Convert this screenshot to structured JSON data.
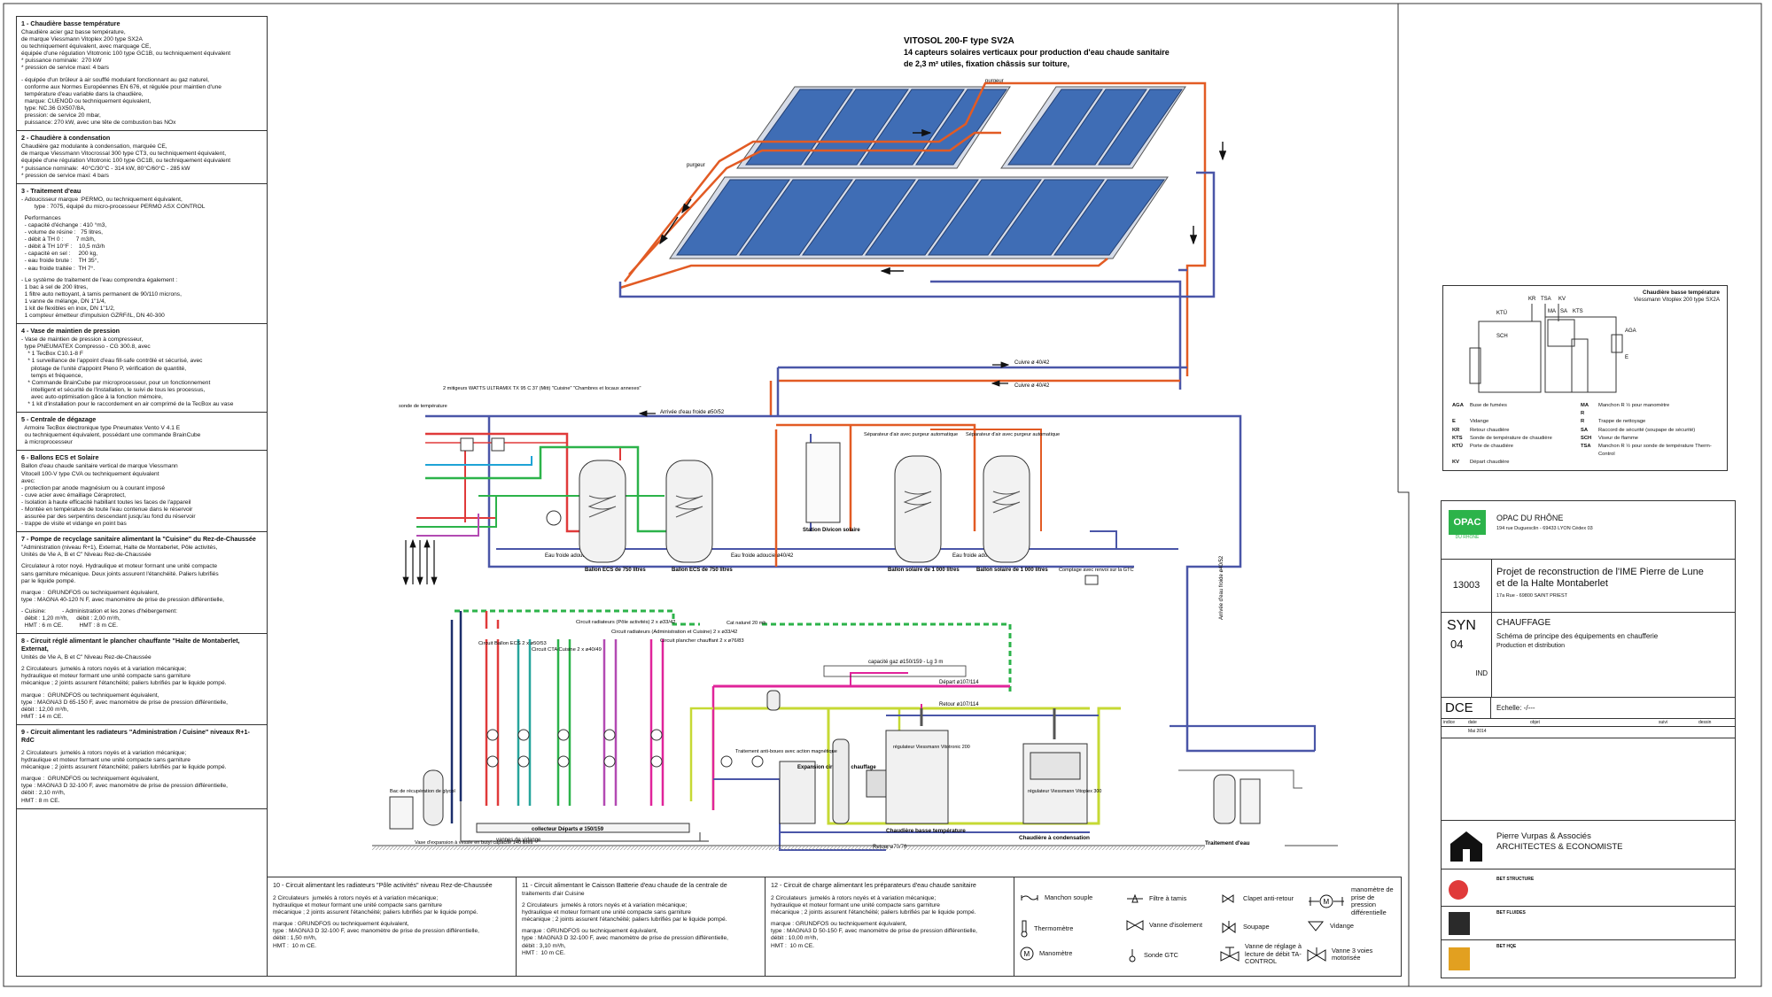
{
  "spec": {
    "sections": [
      {
        "title": "1 - Chaudière basse température",
        "lines": [
          "Chaudière acier gaz basse température,",
          "de marque Viessmann Vitoplex 200 type SX2A",
          "ou techniquement équivalent, avec marquage CE,",
          "équipée d'une régulation Vitotronic 100 type GC1B, ou techniquement équivalent",
          "* puissance nominale:  270 kW",
          "* pression de service maxi: 4 bars",
          "",
          "- équipée d'un brûleur à air soufflé modulant fonctionnant au gaz naturel,",
          "  conforme aux Normes Européennes EN 676, et régulée pour maintien d'une",
          "  température d'eau variable dans la chaudière,",
          "  marque: CUENOD ou techniquement équivalent,",
          "  type: NC.36 GX507/8A,",
          "  pression: de service 20 mbar,",
          "  puissance: 270 kW, avec une tête de combustion bas NOx"
        ]
      },
      {
        "title": "2 - Chaudière à condensation",
        "lines": [
          "Chaudière gaz modulante à condensation, marquée CE,",
          "de marque Viessmann Vitocrossal 300 type CT3, ou techniquement équivalent,",
          "équipée d'une régulation Vitotronic 100 type GC1B, ou techniquement équivalent",
          "* puissance nominale:  40°C/30°C - 314 kW, 80°C/60°C - 285 kW",
          "* pression de service maxi: 4 bars"
        ]
      },
      {
        "title": "3 - Traitement d'eau",
        "lines": [
          "- Adoucisseur marque :PERMO, ou techniquement équivalent,",
          "        type : 7075, équipé du micro-processeur PERMO ASX CONTROL",
          "",
          "  Performances",
          "  - capacité d'échange : 410 °m3,",
          "  - volume de résine :   75 litres,",
          "  - débit à TH 0 :        7 m3/h,",
          "  - débit à TH 10°F :    10,5 m3/h",
          "  - capacité en sel :     200 kg,",
          "  - eau froide brute :    TH 35°,",
          "  - eau froide traitée :  TH 7°.",
          "",
          "- Le système de traitement de l'eau comprendra également :",
          "  1 bac à sel de 200 litres,",
          "  1 filtre auto nettoyant, à tamis permanent de 90/110 microns,",
          "  1 vanne de mélange, DN 1\"1/4,",
          "  1 kit de flexibles en inox, DN 1\"1/2,",
          "  1 compteur émetteur d'impulsion GZRF/IL, DN 40-300"
        ]
      },
      {
        "title": "4 - Vase de maintien de pression",
        "lines": [
          "- Vase de maintien de pression à compresseur,",
          "  type PNEUMATEX Compresso - CG 300.8, avec",
          "    * 1 TecBox C10.1-8 F",
          "    * 1 surveillance de l'appoint d'eau fill-safe contrôlé et sécurisé, avec",
          "      pilotage de l'unité d'appoint Pleno P, vérification de quantité,",
          "      temps et fréquence,",
          "    * Commande BrainCube par microprocesseur, pour un fonctionnement",
          "      intelligent et sécurité de l'installation, le suivi de tous les processus,",
          "      avec auto-optimisation gâce à la fonction mémoire,",
          "    * 1 kit d'installation pour le raccordement en air comprimé de la TecBox au vase"
        ]
      },
      {
        "title": "5 - Centrale de dégazage",
        "lines": [
          "  Armoire TecBox électronique type Pneumatex Vento V 4.1 E",
          "  ou techniquement équivalent, possédant une commande BrainCube",
          "  à microprocesseur"
        ]
      },
      {
        "title": "6 - Ballons ECS et Solaire",
        "lines": [
          "Ballon d'eau chaude sanitaire vertical de marque Viessmann",
          "Vitocell 100-V type CVA ou techniquement équivalent",
          "avec:",
          "- protection par anode magnésium ou à courant imposé",
          "- cuve acier avec émaillage Céraprotect,",
          "- Isolation à haute efficacité habillant toutes les faces de l'appareil",
          "- Montée en température de toute l'eau contenue dans le réservoir",
          "  assurée par des serpentins descendant jusqu'au fond du réservoir",
          "- trappe de visite et vidange en point bas"
        ]
      },
      {
        "title": "7 - Pompe de recyclage sanitaire alimentant la \"Cuisine\" du Rez-de-Chaussée",
        "lines": [
          "\"Administration (niveau R+1), Externat, Halte de Montaberlet, Pôle activités,",
          "Unités de Vie A, B et C\" Niveau Rez-de-Chaussée",
          "",
          "Circulateur à rotor noyé. Hydraulique et moteur formant une unité compacte",
          "sans garniture mécanique. Deux joints assurent l'étanchéité. Paliers lubrifiés",
          "par le liquide pompé.",
          "",
          "marque :  GRUNDFOS ou techniquement équivalent,",
          "type : MAGNA 40-120 N F, avec manomètre de prise de pression différentielle,",
          "",
          "- Cuisine:          - Administration et les zones d'hébergement:",
          "  débit : 1,20 m³/h,     débit : 2,00 m³/h,",
          "  HMT : 6 m CE.          HMT : 8 m CE."
        ]
      },
      {
        "title": "8 - Circuit réglé alimentant le plancher chauffante \"Halte de Montaberlet, Externat,",
        "lines": [
          "Unités de Vie A, B et C\" Niveau Rez-de-Chaussée",
          "",
          "2 Circulateurs  jumelés à rotors noyés et à variation mécanique;",
          "hydraulique et moteur formant une unité compacte sans garniture",
          "mécanique ; 2 joints assurent l'étanchéité; paliers lubrifiés par le liquide pompé.",
          "",
          "marque :  GRUNDFOS ou techniquement équivalent,",
          "type : MAGNA3 D 65-150 F, avec manomètre de prise de pression différentielle,",
          "débit : 12,00 m³/h,",
          "HMT : 14 m CE."
        ]
      },
      {
        "title": "9 - Circuit alimentant les radiateurs \"Administration / Cuisine\" niveaux R+1-RdC",
        "lines": [
          "",
          "2 Circulateurs  jumelés à rotors noyés et à variation mécanique;",
          "hydraulique et moteur formant une unité compacte sans garniture",
          "mécanique ; 2 joints assurent l'étanchéité; paliers lubrifiés par le liquide pompé.",
          "",
          "marque :  GRUNDFOS ou techniquement équivalent,",
          "type : MAGNA3 D 32-100 F, avec manomètre de prise de pression différentielle,",
          "débit : 2,10 m³/h,",
          "HMT : 8 m CE."
        ]
      }
    ]
  },
  "bottom": [
    {
      "title": "10 - Circuit alimentant les radiateurs \"Pôle activités\" niveau Rez-de-Chaussée",
      "lines": [
        "",
        "2 Circulateurs  jumelés à rotors noyés et à variation mécanique;",
        "hydraulique et moteur formant une unité compacte sans garniture",
        "mécanique ; 2 joints assurent l'étanchéité; paliers lubrifiés par le liquide pompé.",
        "",
        "marque : GRUNDFOS ou techniquement équivalent,",
        "type : MAGNA3 D 32-100 F, avec manomètre de prise de pression différentielle,",
        "débit : 1,50 m³/h,",
        "HMT :  10 m CE."
      ]
    },
    {
      "title": "11 - Circuit alimentant le Caisson Batterie d'eau chaude de la centrale de",
      "lines": [
        "traitements d'air Cuisine",
        "",
        "2 Circulateurs  jumelés à rotors noyés et à variation mécanique;",
        "hydraulique et moteur formant une unité compacte sans garniture",
        "mécanique ; 2 joints assurent l'étanchéité; paliers lubrifiés par le liquide pompé.",
        "",
        "marque : GRUNDFOS ou techniquement équivalent,",
        "type : MAGNA3 D 32-100 F, avec manomètre de prise de pression différentielle,",
        "débit : 3,10 m³/h,",
        "HMT :  10 m CE."
      ]
    },
    {
      "title": "12 - Circuit de charge alimentant les préparateurs d'eau chaude sanitaire",
      "lines": [
        "",
        "2 Circulateurs  jumelés à rotors noyés et à variation mécanique;",
        "hydraulique et moteur formant une unité compacte sans garniture",
        "mécanique ; 2 joints assurent l'étanchéité; paliers lubrifiés par le liquide pompé.",
        "",
        "marque : GRUNDFOS ou techniquement équivalent,",
        "type : MAGNA3 D 50-150 F, avec manomètre de prise de pression différentielle,",
        "débit : 10,00 m³/h,",
        "HMT :  10 m CE."
      ]
    }
  ],
  "legend": {
    "manchon_souple": "Manchon souple",
    "filtre": "Filtre à tamis",
    "clapet": "Clapet anti-retour",
    "mano_diff": "manomètre de prise de pression différentielle",
    "thermometre": "Thermomètre",
    "vanne_isol": "Vanne d'isolement",
    "soupape": "Soupape",
    "vidange": "Vidange",
    "manometre": "Manomètre",
    "sonde_gtc": "Sonde GTC",
    "vanne_reglage": "Vanne de réglage à lecture de débit TA-CONTROL",
    "vanne_3v": "Vanne 3 voies motorisée",
    "m": "M"
  },
  "diagram": {
    "solar_title": "VITOSOL 200-F type SV2A",
    "solar_sub1": "14 capteurs solaires verticaux pour production d'eau chaude sanitaire",
    "solar_sub2": "de 2,3 m² utiles, fixation châssis sur toiture,",
    "purgeur": "purgeur",
    "cuivre1": "Cuivre ø 40/42",
    "cuivre2": "Cuivre ø 40/42",
    "arrivee_ef": "Arrivée d'eau froide ø50/52",
    "ballon_ecs1": "Ballon ECS de 750 litres",
    "ballon_ecs2": "Ballon ECS de 750 litres",
    "ballon_sol1": "Ballon solaire de 1 000 litres",
    "ballon_sol2": "Ballon solaire de 1 000 litres",
    "station": "Station Divicon solaire",
    "ef_adoucie1": "Eau froide adoucie ø40/42",
    "ef_adoucie2": "Eau froide adoucie ø40/42",
    "ef_adoucie3": "Eau froide adoucie ø40/42",
    "separateur1": "Séparateur d'air avec purgeur automatique",
    "separateur2": "Séparateur d'air avec purgeur automatique",
    "comptage": "Comptage avec renvoi sur la GTC",
    "collecteur": "collecteur Départs ø 150/159",
    "retour_collect": "Retour ø70/76",
    "depart": "Départ ø107/114",
    "retour": "Retour ø107/114",
    "capacite_gaz": "capacité gaz ø150/159 - Lg 3 m",
    "chaudiere_bt": "Chaudière basse température",
    "chaudiere_cond": "Chaudière à condensation",
    "traitement": "Traitement d'eau",
    "expansion": "Expansion circuit de chauffage",
    "circuits": [
      "Circuit Ballon ECS 2 x ø50/53",
      "Circuit CTA Cuisine 2 x ø40/49",
      "Circuit radiateurs (Pôle activités) 2 x ø33/42",
      "Circuit radiateurs (Administration et Cuisine) 2 x ø33/42",
      "Circuit plancher chauffant 2 x ø76/83"
    ],
    "vase_label": "Vase d'expansion à vessie en butyl capacité 140 litres",
    "bac_label": "Bac de récupération de glycol",
    "cat_label": "Cat naturel 20 mb",
    "vanne_vidange": "vannes de vidange",
    "traitement_antiboue": "Traitement anti-boues avec action magnétique",
    "vitoplex": "régulateur Viessmann Vitoplex 300",
    "vitotronic": "régulateur Viessmann Vitotronic 200",
    "mitigeurs": "2 mitigeurs WATTS ULTRAMIX TX 95 C 37 (Mitt) \"Cuisine\"  \"Chambres et locaux annexes\"",
    "sonde_temp": "sonde de température",
    "arrivee_sol": "Arrivée d'eau froide ø40/52"
  },
  "boiler": {
    "title1": "Chaudière basse température",
    "title2": "Viessmann Vitoplex 200 type SX2A",
    "labels": [
      "KR",
      "TSA",
      "KV",
      "KTÜ",
      "SCH",
      "MA",
      "SA",
      "KTS",
      "AGA",
      "E"
    ],
    "rows": [
      [
        "AGA",
        "Buse de fumées",
        "MA",
        "Manchon R ½ pour manomètre"
      ],
      [
        "",
        "",
        "R",
        ""
      ],
      [
        "E",
        "Vidange",
        "R",
        "Trappe de nettoyage"
      ],
      [
        "KR",
        "Retour chaudière",
        "SA",
        "Raccord de sécurité (soupape de sécurité)"
      ],
      [
        "KTS",
        "Sonde de température de chaudière",
        "SCH",
        "Viseur de flamme"
      ],
      [
        "KTÜ",
        "Porte de chaudière",
        "TSA",
        "Manchon R ½ pour sonde de température Therm-Control"
      ],
      [
        "KV",
        "Départ chaudière",
        "",
        ""
      ]
    ]
  },
  "titleblock": {
    "client": "OPAC DU RHÔNE",
    "client_addr": "194 rue Duguesclin - 69433 LYON Cédex 03",
    "logo_text": "OPAC",
    "logo_sub": "DU RHÔNE",
    "job_no": "13003",
    "project_l1": "Projet de reconstruction de l'IME Pierre de Lune",
    "project_l2": "et de la Halte Montaberlet",
    "project_addr": "17a Rue - 69800 SAINT PRIEST",
    "syn": "SYN",
    "syn_no": "04",
    "ind": "IND",
    "phase": "DCE",
    "lot": "CHAUFFAGE",
    "desc1": "Schéma de principe des équipements en chaufferie",
    "desc2": "Production et distribution",
    "echelle": "Echelle: -/---",
    "hdr_indice": "indice",
    "hdr_date": "date",
    "hdr_objet": "objet",
    "hdr_suivi": "suivi",
    "hdr_dessin": "dessin",
    "row_date": "Mai 2014",
    "architects1": "Pierre Vurpas & Associés",
    "architects2": "ARCHITECTES & ECONOMISTE",
    "bet1": "BET STRUCTURE",
    "bet2": "BET FLUIDES",
    "bet3": "BET HQE"
  }
}
